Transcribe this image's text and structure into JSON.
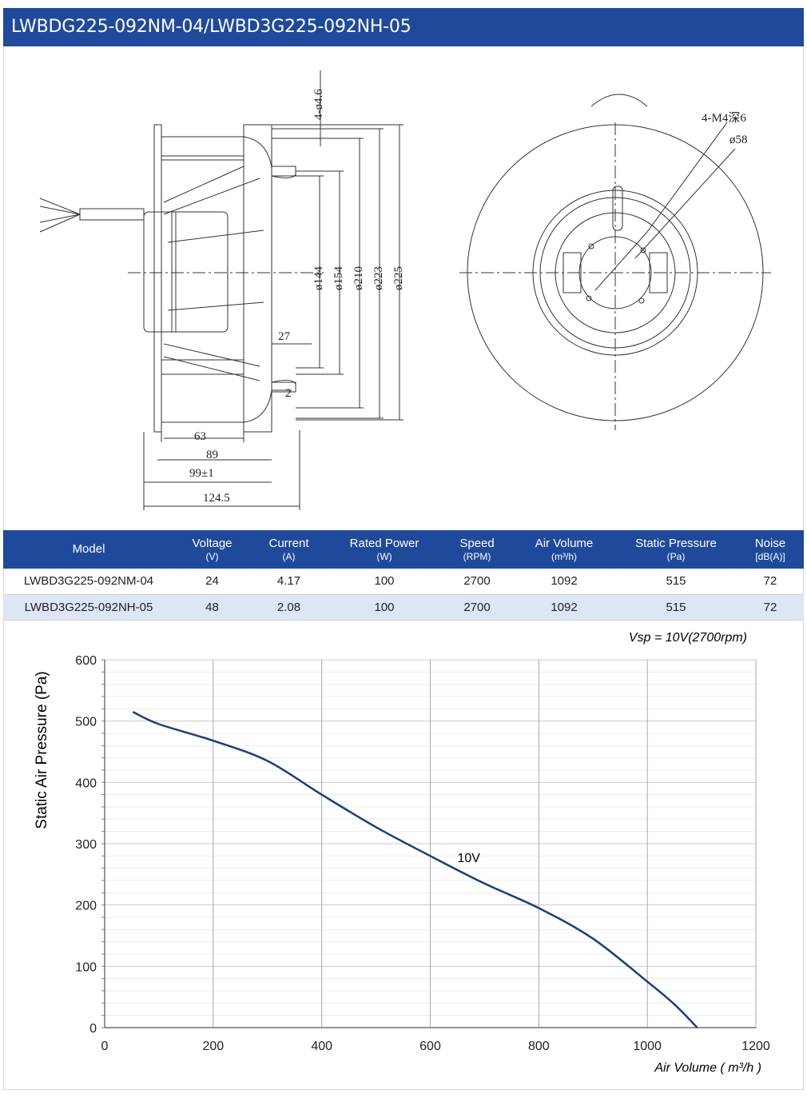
{
  "header": {
    "title": "LWBDG225-092NM-04/LWBD3G225-092NH-05"
  },
  "drawing": {
    "labels": {
      "holes": "4-ø4.6",
      "d144": "ø144",
      "d154": "ø154",
      "d210": "ø210",
      "d223": "ø223",
      "d225": "ø225",
      "dim27": "27",
      "dim2": "2",
      "dim63": "63",
      "dim89": "89",
      "dim99": "99±1",
      "dim124": "124.5",
      "thread": "4-M4深6",
      "d58": "ø58"
    }
  },
  "table": {
    "columns": [
      {
        "name": "Model",
        "unit": ""
      },
      {
        "name": "Voltage",
        "unit": "(V)"
      },
      {
        "name": "Current",
        "unit": "(A)"
      },
      {
        "name": "Rated Power",
        "unit": "(W)"
      },
      {
        "name": "Speed",
        "unit": "(RPM)"
      },
      {
        "name": "Air Volume",
        "unit": "(m³/h)"
      },
      {
        "name": "Static Pressure",
        "unit": "(Pa)"
      },
      {
        "name": "Noise",
        "unit": "[dB(A)]"
      }
    ],
    "rows": [
      [
        "LWBD3G225-092NM-04",
        "24",
        "4.17",
        "100",
        "2700",
        "1092",
        "515",
        "72"
      ],
      [
        "LWBD3G225-092NH-05",
        "48",
        "2.08",
        "100",
        "2700",
        "1092",
        "515",
        "72"
      ]
    ]
  },
  "chart_data": {
    "type": "line",
    "note": "Vsp = 10V(2700rpm)",
    "xlabel": "Air Volume ( m³/h )",
    "ylabel": "Static Air Pressure  (Pa)",
    "xlim": [
      0,
      1200
    ],
    "ylim": [
      0,
      600
    ],
    "xticks": [
      0,
      200,
      400,
      600,
      800,
      1000,
      1200
    ],
    "yticks": [
      0,
      100,
      200,
      300,
      400,
      500,
      600
    ],
    "grid": true,
    "series": [
      {
        "name": "10V",
        "color": "#14417f",
        "x": [
          52,
          100,
          200,
          300,
          400,
          500,
          600,
          700,
          800,
          900,
          1000,
          1050,
          1092
        ],
        "y": [
          515,
          495,
          468,
          435,
          380,
          327,
          280,
          235,
          195,
          145,
          75,
          38,
          0
        ]
      }
    ]
  }
}
